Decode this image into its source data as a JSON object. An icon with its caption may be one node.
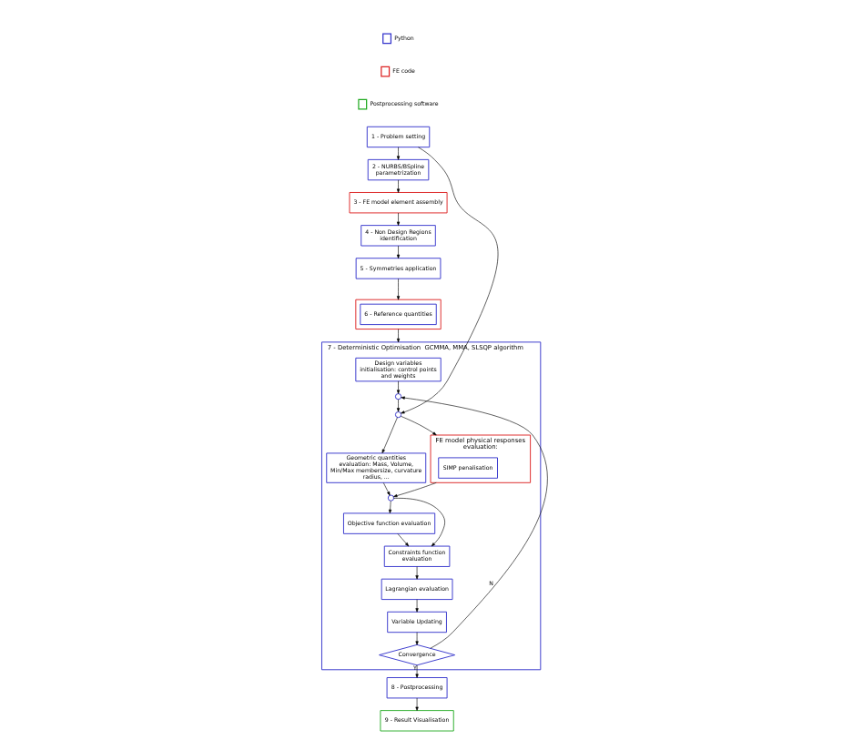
{
  "diagram": {
    "nodes": [
      {
        "text": [
          "1 - Problem setting"
        ]
      },
      {
        "text": [
          "2 - NURBS/BSpline parametrization"
        ]
      },
      {
        "text": [
          "3 - FE model element assembly"
        ]
      },
      {
        "text": [
          "4 - Non Design Regions identification"
        ]
      },
      {
        "text": [
          "5 - Symmetries application"
        ]
      },
      {
        "text": [],
        "shape": "box"
      },
      {
        "text": [
          "6 - Reference quantities"
        ],
        "in": 5
      },
      {
        "text": [
          "7 - Deterministic Optimisation  GCMMA, MMA, SLSQP algorithm"
        ]
      },
      {
        "text": [
          "Design variables initialisation: control points and weights"
        ],
        "in": 7
      },
      {
        "text": [],
        "shape": "circle",
        "in": 7
      },
      {
        "text": [],
        "shape": "circle",
        "in": 7
      },
      {
        "text": [
          "Geometric quantities evaluation: Mass, Volume, Min/Max membersize, curvature radius, ..."
        ],
        "in": 7
      },
      {
        "text": [
          "FE model physical responses evaluation:"
        ],
        "in": 7
      },
      {
        "text": [
          "SIMP penalisation"
        ],
        "in": 12
      },
      {
        "text": [],
        "shape": "circle",
        "in": 7
      },
      {
        "text": [
          "Objective function evaluation"
        ],
        "in": 7
      },
      {
        "text": [
          "Constraints function evaluation"
        ],
        "in": 7
      },
      {
        "text": [
          "Lagrangian evaluation"
        ],
        "in": 7
      },
      {
        "text": [
          "Variable Updating"
        ],
        "in": 7
      },
      {
        "text": [
          "Convergence"
        ],
        "in": 7
      },
      {
        "text": [
          "8 - Postprocessing"
        ]
      },
      {
        "text": [
          "9 - Result Visualisation"
        ]
      }
    ],
    "edges": [
      {
        "from": 0,
        "to": 1,
        "arrow": "to"
      },
      {
        "from": 1,
        "to": 2,
        "arrow": "to"
      },
      {
        "from": 2,
        "to": 3,
        "arrow": "to"
      },
      {
        "from": 3,
        "to": 4,
        "arrow": "to"
      },
      {
        "from": 4,
        "to": 5,
        "arrow": "to"
      },
      {
        "from": 0,
        "to": 10,
        "arrow": "to"
      },
      {
        "from": 5,
        "to": 7,
        "arrow": "to"
      },
      {
        "from": 8,
        "to": 9,
        "arrow": "to"
      },
      {
        "from": 9,
        "to": 10,
        "arrow": "to"
      },
      {
        "from": 10,
        "to": 11,
        "arrow": "to"
      },
      {
        "from": 10,
        "to": 12,
        "arrow": "to"
      },
      {
        "from": 11,
        "to": 14,
        "arrow": "to"
      },
      {
        "from": 12,
        "to": 14,
        "arrow": "to"
      },
      {
        "from": 14,
        "to": 15,
        "arrow": "to"
      },
      {
        "from": 14,
        "to": 16,
        "arrow": "to"
      },
      {
        "from": 15,
        "to": 16,
        "arrow": "to"
      },
      {
        "from": 16,
        "to": 17,
        "arrow": "to"
      },
      {
        "from": 17,
        "to": 18,
        "arrow": "to"
      },
      {
        "from": 18,
        "to": 19,
        "arrow": "to"
      },
      {
        "from": 19,
        "to": 9,
        "arrow": "to",
        "label": "N"
      },
      {
        "from": 19,
        "to": 20,
        "arrow": "to",
        "label": "Y"
      },
      {
        "from": 20,
        "to": 21,
        "arrow": "to"
      }
    ],
    "legend": [
      {
        "text": "Python",
        "color": "#3333cc"
      },
      {
        "text": "FE code",
        "color": "#dd2222"
      },
      {
        "text": "Postprocessing software",
        "color": "#22aa22"
      }
    ]
  }
}
